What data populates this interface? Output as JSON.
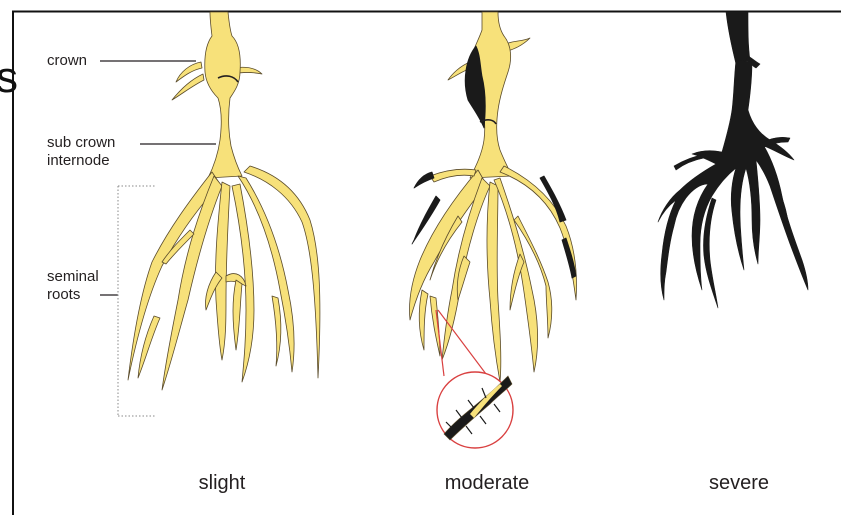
{
  "labels": {
    "crown": "crown",
    "sub_crown_line1": "sub crown",
    "sub_crown_line2": "internode",
    "seminal_line1": "seminal",
    "seminal_line2": "roots"
  },
  "stages": {
    "slight": "slight",
    "moderate": "moderate",
    "severe": "severe"
  },
  "edge_fragment": "s",
  "colors": {
    "root_fill": "#f7e17a",
    "root_stroke": "#5a4b2a",
    "lesion": "#1a1a1a",
    "magnifier": "#d94040",
    "frame": "#111111"
  }
}
